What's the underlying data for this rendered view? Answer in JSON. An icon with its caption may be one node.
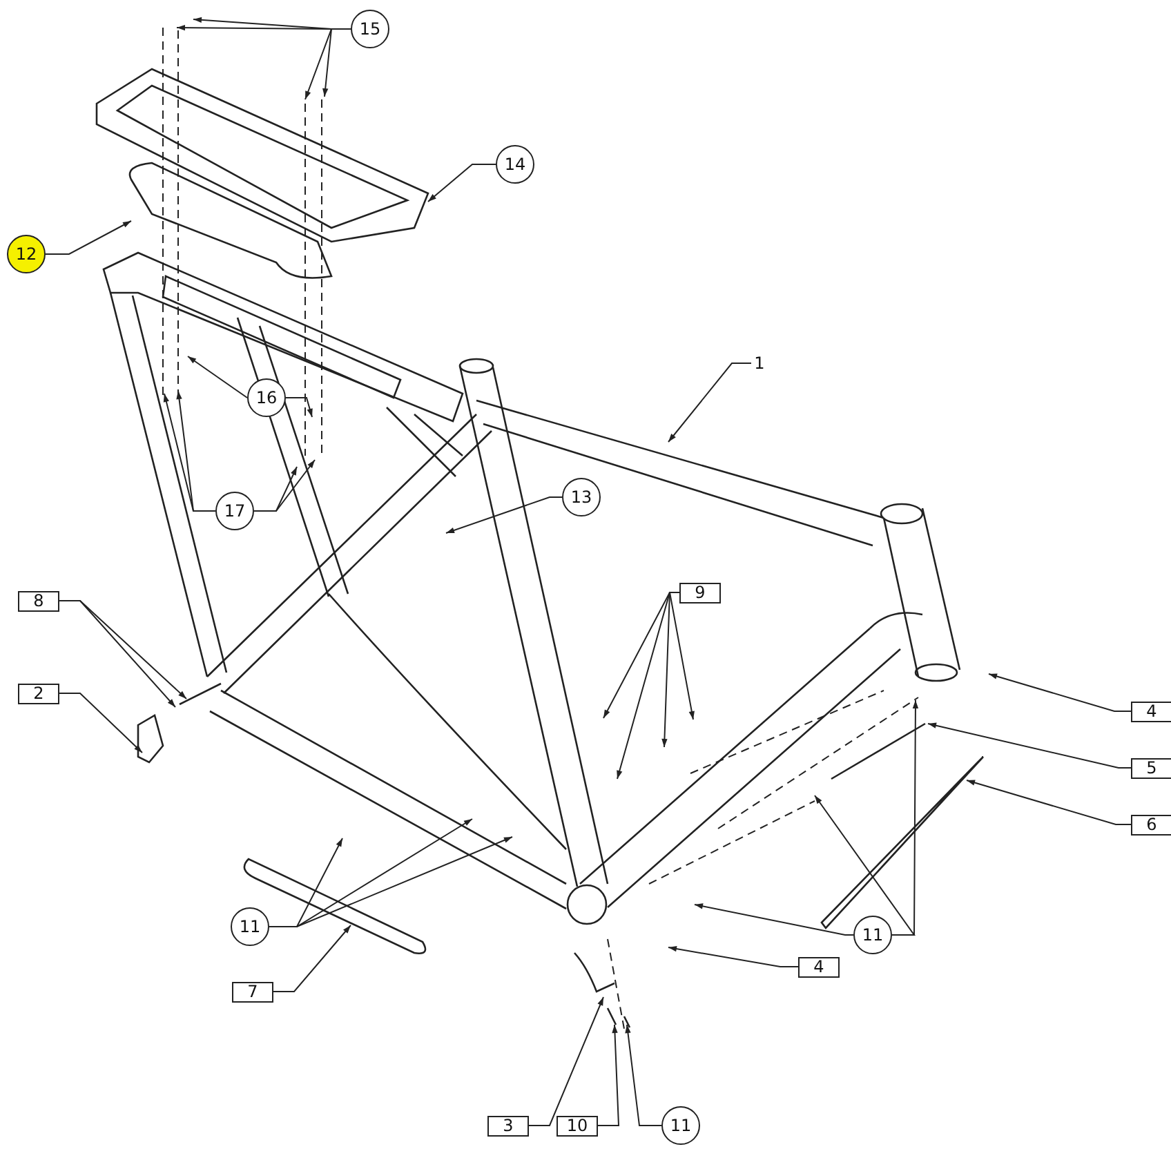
{
  "diagram": {
    "nodes": [
      {
        "text": [
          "15"
        ]
      },
      {
        "text": [
          "14"
        ]
      },
      {
        "text": [
          "12"
        ]
      },
      {
        "text": [
          "1"
        ]
      },
      {
        "text": [
          "16"
        ]
      },
      {
        "text": [
          "13"
        ]
      },
      {
        "text": [
          "17"
        ]
      },
      {
        "text": [
          "8"
        ]
      },
      {
        "text": [
          "9"
        ]
      },
      {
        "text": [
          "2"
        ]
      },
      {
        "text": [
          "4"
        ]
      },
      {
        "text": [
          "5"
        ]
      },
      {
        "text": [
          "6"
        ]
      },
      {
        "text": [
          "11"
        ]
      },
      {
        "text": [
          "11"
        ]
      },
      {
        "text": [
          "4"
        ]
      },
      {
        "text": [
          "7"
        ]
      },
      {
        "text": [
          "3"
        ]
      },
      {
        "text": [
          "10"
        ]
      },
      {
        "text": [
          "11"
        ]
      }
    ],
    "edges": [
      {
        "from": 0,
        "to": null,
        "arrow": "to"
      },
      {
        "from": 0,
        "to": null,
        "arrow": "to"
      },
      {
        "from": 0,
        "to": null,
        "arrow": "to"
      },
      {
        "from": 0,
        "to": null,
        "arrow": "to"
      },
      {
        "from": 1,
        "to": null,
        "arrow": "to"
      },
      {
        "from": 2,
        "to": null,
        "arrow": "to"
      },
      {
        "from": 3,
        "to": null,
        "arrow": "to"
      },
      {
        "from": 4,
        "to": null,
        "arrow": "to"
      },
      {
        "from": 4,
        "to": null,
        "arrow": "to"
      },
      {
        "from": 5,
        "to": null,
        "arrow": "to"
      },
      {
        "from": 6,
        "to": null,
        "arrow": "to"
      },
      {
        "from": 6,
        "to": null,
        "arrow": "to"
      },
      {
        "from": 6,
        "to": null,
        "arrow": "to"
      },
      {
        "from": 6,
        "to": null,
        "arrow": "to"
      },
      {
        "from": 7,
        "to": null,
        "arrow": "to"
      },
      {
        "from": 7,
        "to": null,
        "arrow": "to"
      },
      {
        "from": 8,
        "to": null,
        "arrow": "to"
      },
      {
        "from": 8,
        "to": null,
        "arrow": "to"
      },
      {
        "from": 8,
        "to": null,
        "arrow": "to"
      },
      {
        "from": 8,
        "to": null,
        "arrow": "to"
      },
      {
        "from": 9,
        "to": null,
        "arrow": "to"
      },
      {
        "from": 10,
        "to": null,
        "arrow": "to"
      },
      {
        "from": 11,
        "to": null,
        "arrow": "to"
      },
      {
        "from": 12,
        "to": null,
        "arrow": "to"
      },
      {
        "from": 13,
        "to": null,
        "arrow": "to"
      },
      {
        "from": 13,
        "to": null,
        "arrow": "to"
      },
      {
        "from": 13,
        "to": null,
        "arrow": "to"
      },
      {
        "from": 14,
        "to": null,
        "arrow": "to"
      },
      {
        "from": 14,
        "to": null,
        "arrow": "to"
      },
      {
        "from": 14,
        "to": null,
        "arrow": "to"
      },
      {
        "from": 15,
        "to": null,
        "arrow": "to"
      },
      {
        "from": 16,
        "to": null,
        "arrow": "to"
      },
      {
        "from": 17,
        "to": null,
        "arrow": "to"
      },
      {
        "from": 18,
        "to": null,
        "arrow": "to"
      },
      {
        "from": 19,
        "to": null,
        "arrow": "to"
      }
    ]
  }
}
